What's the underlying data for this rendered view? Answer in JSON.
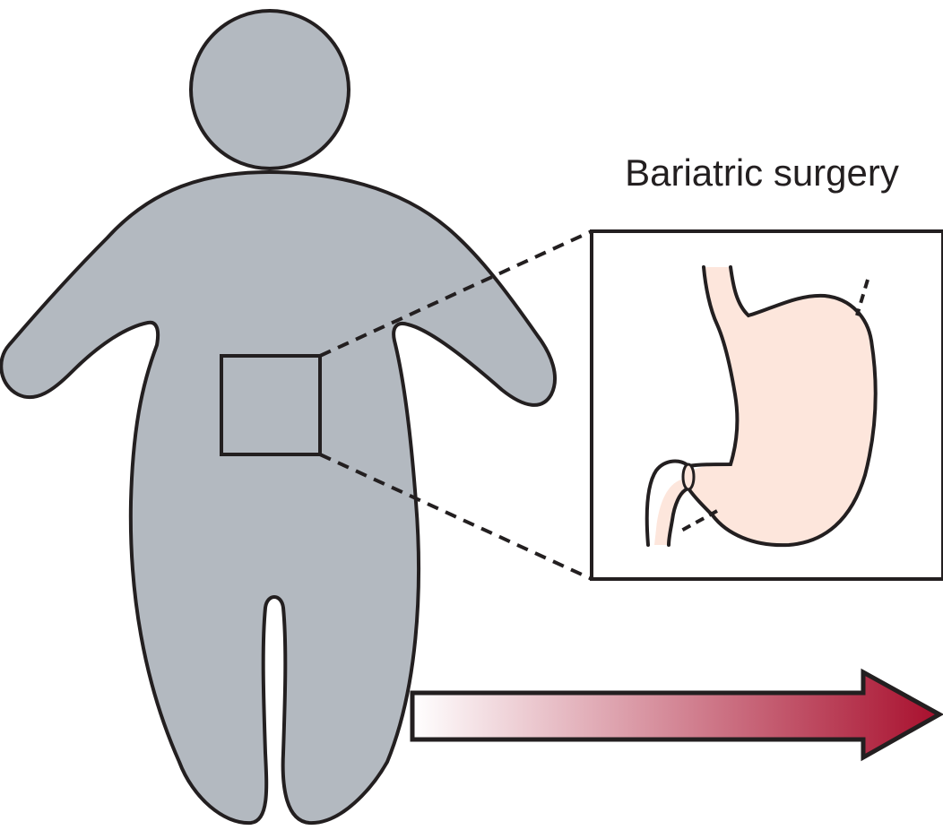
{
  "title": "Bariatric surgery",
  "colors": {
    "body_fill": "#b3b9c0",
    "outline": "#231f20",
    "stomach_fill": "#fde6dc",
    "arrow_start": "#ffffff",
    "arrow_end": "#a80f2d"
  },
  "icons": [
    "person-silhouette",
    "stomach-illustration",
    "gradient-right-arrow"
  ]
}
